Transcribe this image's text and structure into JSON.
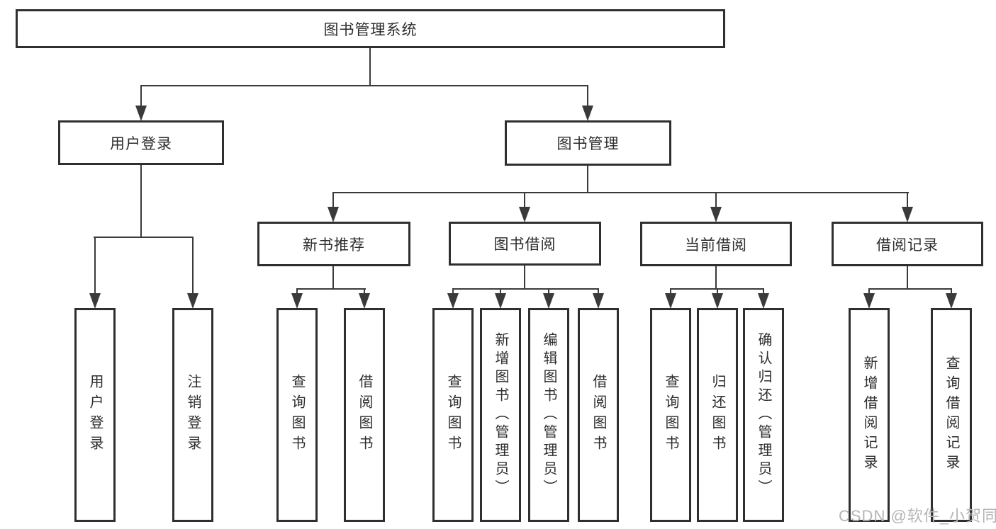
{
  "diagram": {
    "root": "图书管理系统",
    "login": {
      "label": "用户登录",
      "children": [
        "用户登录",
        "注销登录"
      ]
    },
    "management": {
      "label": "图书管理",
      "groups": [
        {
          "label": "新书推荐",
          "children": [
            "查询图书",
            "借阅图书"
          ]
        },
        {
          "label": "图书借阅",
          "children": [
            "查询图书",
            "新增图书（管理员）",
            "编辑图书（管理员）",
            "借阅图书"
          ]
        },
        {
          "label": "当前借阅",
          "children": [
            "查询图书",
            "归还图书",
            "确认归还（管理员）"
          ]
        },
        {
          "label": "借阅记录",
          "children": [
            "新增借阅记录",
            "查询借阅记录"
          ]
        }
      ]
    }
  },
  "watermark": "CSDN @软件_小贺同学",
  "colors": {
    "line": "#3a3a3a",
    "border": "#2f2f2f",
    "text": "#2d2d2d",
    "bg": "#ffffff",
    "watermark": "#b5b5b5"
  }
}
